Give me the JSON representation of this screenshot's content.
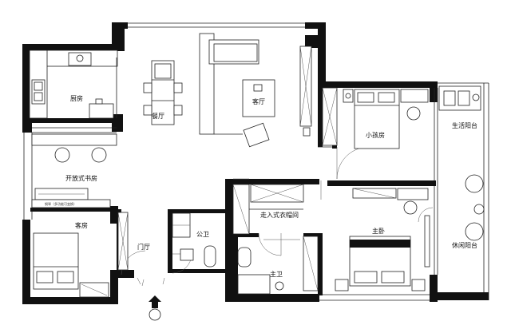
{
  "rooms": {
    "kitchen": "厨房",
    "dining": "餐厅",
    "living": "客厅",
    "kids_room": "小孩房",
    "life_balcony": "生活阳台",
    "study": "开放式书房",
    "guest_room": "客房",
    "foyer": "门厅",
    "public_bath": "公卫",
    "walk_in_closet": "走入式衣帽间",
    "master_bedroom": "主卧",
    "master_bath": "主卫",
    "leisure_balcony": "休闲阳台"
  },
  "notes": {
    "study_wardrobe": "钢琴（多功能可变换）"
  },
  "icons": {
    "entry": "entry-arrow-icon"
  }
}
